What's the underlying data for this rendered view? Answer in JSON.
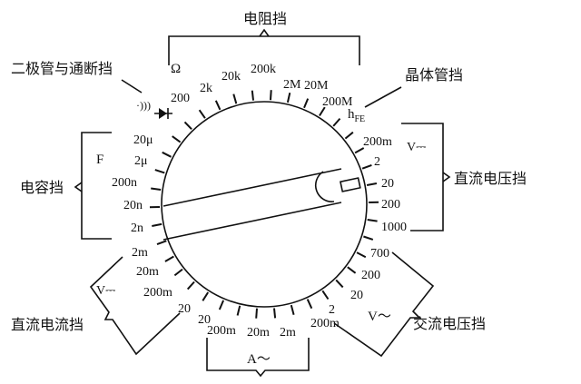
{
  "title_resistance": "电阻挡",
  "title_diode": "二极管与通断挡",
  "title_transistor": "晶体管挡",
  "title_capacitance": "电容挡",
  "title_dcv": "直流电压挡",
  "title_dca": "直流电流挡",
  "title_acv": "交流电压挡",
  "unit_ohm": "Ω",
  "unit_farad": "F",
  "unit_dcv": "V⎓",
  "unit_dca": "V⎓",
  "unit_acv": "V～",
  "unit_aca": "A～",
  "hfe_main": "h",
  "hfe_sub": "FE",
  "continuity_symbol": "·)))",
  "labels": {
    "r200": "200",
    "r2k": "2k",
    "r20k": "20k",
    "r200k": "200k",
    "r2M": "2M",
    "r20M": "20M",
    "r200M": "200M",
    "c20u": "20μ",
    "c2u": "2μ",
    "c200n": "200n",
    "c20n": "20n",
    "c2n": "2n",
    "dv200m": "200m",
    "dv2": "2",
    "dv20": "20",
    "dv200": "200",
    "dv1000": "1000",
    "av700": "700",
    "av200": "200",
    "av20": "20",
    "av2": "2",
    "av200m": "200m",
    "aa2m": "2m",
    "aa20m": "20m",
    "aa200m": "200m",
    "aa20": "20",
    "da20": "20",
    "da200m": "200m",
    "da20m": "20m",
    "da2m": "2m"
  }
}
